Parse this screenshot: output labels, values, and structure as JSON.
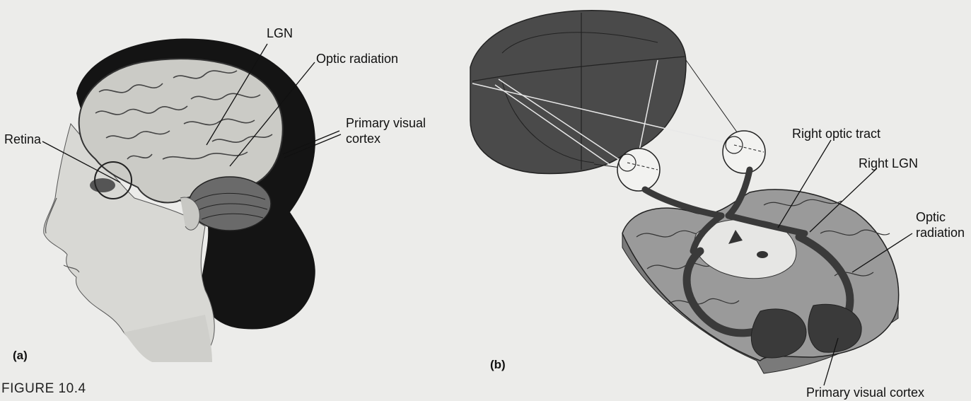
{
  "panel_a": {
    "tag": "(a)",
    "labels": {
      "retina": "Retina",
      "lgn": "LGN",
      "optic_radiation": "Optic radiation",
      "primary_visual_cortex": "Primary visual\ncortex"
    }
  },
  "panel_b": {
    "tag": "(b)",
    "labels": {
      "right_optic_tract": "Right optic tract",
      "right_lgn": "Right LGN",
      "optic_radiation": "Optic\nradiation",
      "primary_visual_cortex": "Primary visual cortex"
    }
  },
  "caption": "FIGURE 10.4",
  "colors": {
    "background": "#ececea",
    "hair": "#141414",
    "visual_field": "#4a4a4a",
    "brain_slice_light": "#9a9a9a",
    "brain_slice_dark": "#3a3a3a"
  }
}
